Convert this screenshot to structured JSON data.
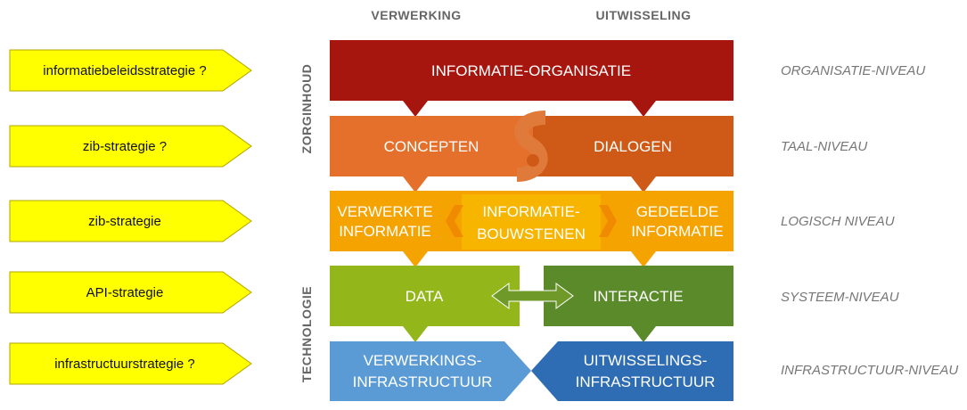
{
  "columns": {
    "left": "VERWERKING",
    "right": "UITWISSELING"
  },
  "side_labels": {
    "top": "ZORGINHOUD",
    "bottom": "TECHNOLOGIE"
  },
  "strategies": [
    "informatiebeleidsstrategie ?",
    "zib-strategie ?",
    "zib-strategie",
    "API-strategie",
    "infrastructuurstrategie ?"
  ],
  "levels": [
    "ORGANISATIE-NIVEAU",
    "TAAL-NIVEAU",
    "LOGISCH NIVEAU",
    "SYSTEEM-NIVEAU",
    "INFRASTRUCTUUR-NIVEAU"
  ],
  "boxes": {
    "organisatie": "INFORMATIE-ORGANISATIE",
    "concepten": "CONCEPTEN",
    "dialogen": "DIALOGEN",
    "verwerkte_1": "VERWERKTE",
    "verwerkte_2": "INFORMATIE",
    "bouwstenen_1": "INFORMATIE-",
    "bouwstenen_2": "BOUWSTENEN",
    "gedeelde_1": "GEDEELDE",
    "gedeelde_2": "INFORMATIE",
    "data": "DATA",
    "interactie": "INTERACTIE",
    "verwerkings_1": "VERWERKINGS-",
    "verwerkings_2": "INFRASTRUCTUUR",
    "uitwisselings_1": "UITWISSELINGS-",
    "uitwisselings_2": "INFRASTRUCTUUR"
  },
  "colors": {
    "organisatie": "#a6160f",
    "concepten": "#e5702b",
    "dialogen": "#cf5a17",
    "logisch": "#f5a300",
    "bouwstenen": "#f7b500",
    "data": "#93b71a",
    "interactie": "#5a8a2a",
    "verwerkings": "#5b9bd5",
    "uitwisselings": "#2e6db4",
    "strategy_fill": "#ffff00",
    "strategy_stroke": "#b3a500"
  }
}
